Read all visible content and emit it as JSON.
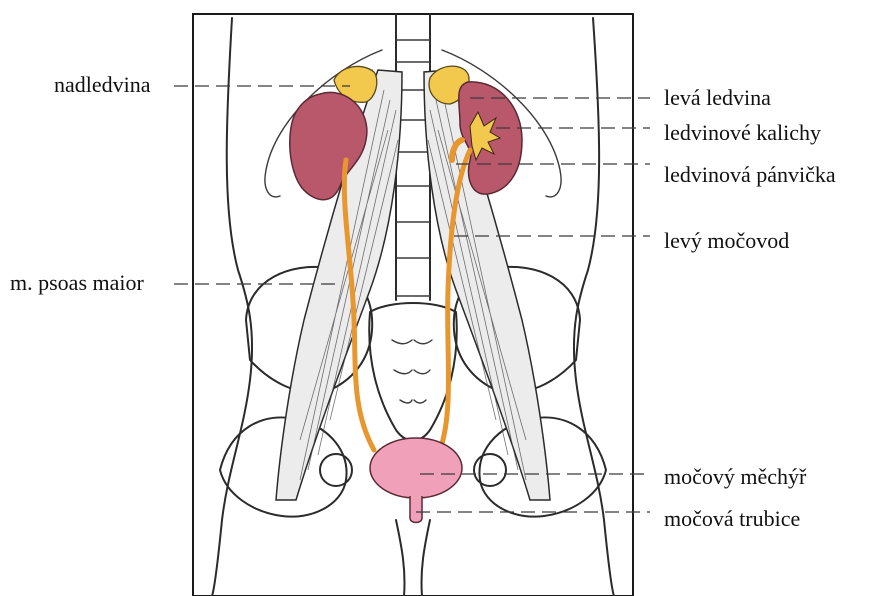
{
  "labels": {
    "nadledvina": "nadledvina",
    "leva_ledvina": "levá ledvina",
    "ledvinove_kalichy": "ledvinové kalichy",
    "ledvinova_panvicka": "ledvinová pánvička",
    "levy_mocovod": "levý močovod",
    "psoas": "m. psoas maior",
    "mocovy_mechyr": "močový měchýř",
    "mocova_trubice": "močová trubice"
  },
  "colors": {
    "kidney": "#b9586a",
    "kidney_dark": "#8e3a4e",
    "adrenal": "#f2c94c",
    "ureter": "#e8962e",
    "bladder": "#f0a0b8",
    "muscle": "#e6e6e6",
    "outline": "#2b2b2b"
  }
}
